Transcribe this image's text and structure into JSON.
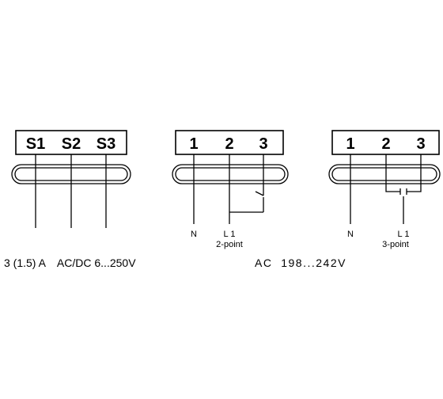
{
  "aux_switch": {
    "terminals": [
      "S1",
      "S2",
      "S3"
    ],
    "rating": "3 (1.5) A    AC/DC 6...250V"
  },
  "two_point": {
    "terminals": [
      "1",
      "2",
      "3"
    ],
    "wire_labels": [
      "N",
      "L 1"
    ],
    "mode": "2-point"
  },
  "three_point": {
    "terminals": [
      "1",
      "2",
      "3"
    ],
    "wire_labels": [
      "N",
      "L 1"
    ],
    "mode": "3-point"
  },
  "supply_rating": "AC  198...242V"
}
